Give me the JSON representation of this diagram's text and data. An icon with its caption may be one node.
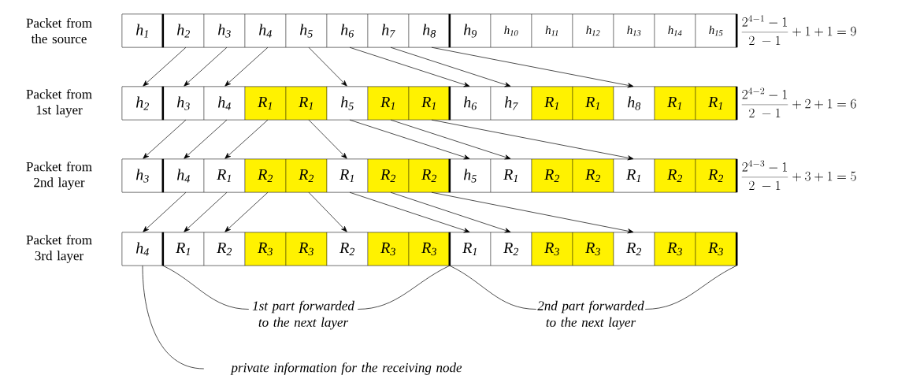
{
  "diagram": {
    "nodes": [
      {
        "text": [
          "Packet from the source"
        ],
        "beside": [
          "\\frac{2^{4-1}-1}{2\\ -1}+1+1=9"
        ]
      },
      {
        "text": [
          "h$_{1}$"
        ],
        "in": 0
      },
      {
        "text": [
          "h$_{2}$"
        ],
        "in": 0
      },
      {
        "text": [
          "h$_{3}$"
        ],
        "in": 0
      },
      {
        "text": [
          "h$_{4}$"
        ],
        "in": 0
      },
      {
        "text": [
          "h$_{5}$"
        ],
        "in": 0
      },
      {
        "text": [
          "h$_{6}$"
        ],
        "in": 0
      },
      {
        "text": [
          "h$_{7}$"
        ],
        "in": 0
      },
      {
        "text": [
          "h$_{8}$"
        ],
        "in": 0
      },
      {
        "text": [
          "h$_{9}$"
        ],
        "in": 0
      },
      {
        "text": [
          "h$_{10}$"
        ],
        "in": 0
      },
      {
        "text": [
          "h$_{11}$"
        ],
        "in": 0
      },
      {
        "text": [
          "h$_{12}$"
        ],
        "in": 0
      },
      {
        "text": [
          "h$_{13}$"
        ],
        "in": 0
      },
      {
        "text": [
          "h$_{14}$"
        ],
        "in": 0
      },
      {
        "text": [
          "h$_{15}$"
        ],
        "in": 0
      },
      {
        "text": [
          "Packet from 1st layer"
        ],
        "beside": [
          "\\frac{2^{4-2}-1}{2\\ -1}+2+1=6"
        ]
      },
      {
        "text": [
          "h$_{2}$"
        ],
        "in": 16
      },
      {
        "text": [
          "h$_{3}$"
        ],
        "in": 16
      },
      {
        "text": [
          "h$_{4}$"
        ],
        "in": 16
      },
      {
        "text": [
          "R$_{1}$"
        ],
        "in": 16
      },
      {
        "text": [
          "R$_{1}$"
        ],
        "in": 16
      },
      {
        "text": [
          "h$_{5}$"
        ],
        "in": 16
      },
      {
        "text": [
          "R$_{1}$"
        ],
        "in": 16
      },
      {
        "text": [
          "R$_{1}$"
        ],
        "in": 16
      },
      {
        "text": [
          "h$_{6}$"
        ],
        "in": 16
      },
      {
        "text": [
          "h$_{7}$"
        ],
        "in": 16
      },
      {
        "text": [
          "R$_{1}$"
        ],
        "in": 16
      },
      {
        "text": [
          "R$_{1}$"
        ],
        "in": 16
      },
      {
        "text": [
          "h$_{8}$"
        ],
        "in": 16
      },
      {
        "text": [
          "R$_{1}$"
        ],
        "in": 16
      },
      {
        "text": [
          "R$_{1}$"
        ],
        "in": 16
      },
      {
        "text": [
          "Packet from 2nd layer"
        ],
        "beside": [
          "\\frac{2^{4-3}-1}{2\\ -1}+3+1=5"
        ]
      },
      {
        "text": [
          "h$_{3}$"
        ],
        "in": 32
      },
      {
        "text": [
          "h$_{4}$"
        ],
        "in": 32
      },
      {
        "text": [
          "R$_{1}$"
        ],
        "in": 32
      },
      {
        "text": [
          "R$_{2}$"
        ],
        "in": 32
      },
      {
        "text": [
          "R$_{2}$"
        ],
        "in": 32
      },
      {
        "text": [
          "R$_{1}$"
        ],
        "in": 32
      },
      {
        "text": [
          "R$_{2}$"
        ],
        "in": 32
      },
      {
        "text": [
          "R$_{2}$"
        ],
        "in": 32
      },
      {
        "text": [
          "h$_{5}$"
        ],
        "in": 32
      },
      {
        "text": [
          "R$_{1}$"
        ],
        "in": 32
      },
      {
        "text": [
          "R$_{2}$"
        ],
        "in": 32
      },
      {
        "text": [
          "R$_{2}$"
        ],
        "in": 32
      },
      {
        "text": [
          "R$_{1}$"
        ],
        "in": 32
      },
      {
        "text": [
          "R$_{2}$"
        ],
        "in": 32
      },
      {
        "text": [
          "R$_{2}$"
        ],
        "in": 32
      },
      {
        "text": [
          "Packet from 3rd layer"
        ]
      },
      {
        "text": [
          "h$_{4}$"
        ],
        "in": 48
      },
      {
        "text": [
          "R$_{1}$"
        ],
        "in": 48
      },
      {
        "text": [
          "R$_{2}$"
        ],
        "in": 48
      },
      {
        "text": [
          "R$_{3}$"
        ],
        "in": 48
      },
      {
        "text": [
          "R$_{3}$"
        ],
        "in": 48
      },
      {
        "text": [
          "R$_{2}$"
        ],
        "in": 48
      },
      {
        "text": [
          "R$_{3}$"
        ],
        "in": 48
      },
      {
        "text": [
          "R$_{3}$"
        ],
        "in": 48
      },
      {
        "text": [
          "R$_{1}$"
        ],
        "in": 48
      },
      {
        "text": [
          "R$_{2}$"
        ],
        "in": 48
      },
      {
        "text": [
          "R$_{3}$"
        ],
        "in": 48
      },
      {
        "text": [
          "R$_{3}$"
        ],
        "in": 48
      },
      {
        "text": [
          "R$_{2}$"
        ],
        "in": 48
      },
      {
        "text": [
          "R$_{3}$"
        ],
        "in": 48
      },
      {
        "text": [
          "R$_{3}$"
        ],
        "in": 48
      },
      {
        "text": [
          "1st part forwarded to the next layer"
        ]
      },
      {
        "text": [
          "2nd part forwarded to the next layer"
        ]
      },
      {
        "text": [
          "private information for the receiving node"
        ]
      }
    ],
    "edges": [
      {
        "from": 2,
        "to": 17,
        "arrow": "to"
      },
      {
        "from": 3,
        "to": 18,
        "arrow": "to"
      },
      {
        "from": 4,
        "to": 19,
        "arrow": "to"
      },
      {
        "from": 5,
        "to": 22,
        "arrow": "to"
      },
      {
        "from": 6,
        "to": 25,
        "arrow": "to"
      },
      {
        "from": 7,
        "to": 26,
        "arrow": "to"
      },
      {
        "from": 8,
        "to": 29,
        "arrow": "to"
      },
      {
        "from": 18,
        "to": 33,
        "arrow": "to"
      },
      {
        "from": 19,
        "to": 34,
        "arrow": "to"
      },
      {
        "from": 20,
        "to": 35,
        "arrow": "to"
      },
      {
        "from": 21,
        "to": 38,
        "arrow": "to"
      },
      {
        "from": 22,
        "to": 41,
        "arrow": "to"
      },
      {
        "from": 23,
        "to": 42,
        "arrow": "to"
      },
      {
        "from": 24,
        "to": 45,
        "arrow": "to"
      },
      {
        "from": 34,
        "to": 49,
        "arrow": "to"
      },
      {
        "from": 35,
        "to": 50,
        "arrow": "to"
      },
      {
        "from": 36,
        "to": 51,
        "arrow": "to"
      },
      {
        "from": 37,
        "to": 54,
        "arrow": "to"
      },
      {
        "from": 38,
        "to": 57,
        "arrow": "to"
      },
      {
        "from": 39,
        "to": 58,
        "arrow": "to"
      },
      {
        "from": 40,
        "to": 61,
        "arrow": "to"
      },
      {
        "from": 64,
        "to": 50,
        "arrow": "none"
      },
      {
        "from": 64,
        "to": 57,
        "arrow": "none"
      },
      {
        "from": 65,
        "to": 57,
        "arrow": "none"
      },
      {
        "from": 65,
        "to": 63,
        "arrow": "none"
      },
      {
        "from": 66,
        "to": 49,
        "arrow": "none"
      }
    ]
  }
}
